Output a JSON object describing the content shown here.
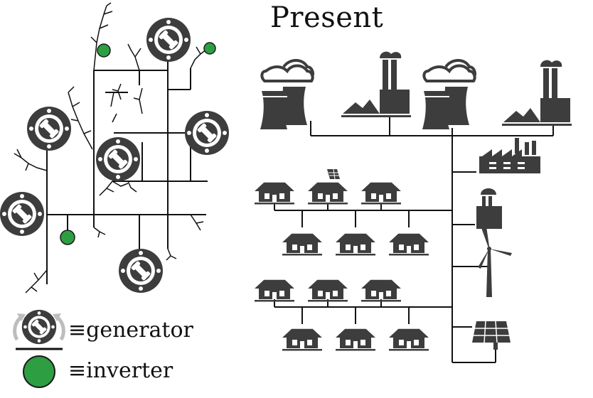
{
  "title": "Present",
  "legend": {
    "generator_label": "≡generator",
    "inverter_label": "≡inverter"
  },
  "colors": {
    "dark": "#3d3d3d",
    "line": "#111111",
    "inverter": "#2e9e43",
    "inverter_stroke": "#1a1a1a",
    "arrow": "#bdbdbd"
  },
  "icons": {
    "generator": "generator-icon",
    "inverter": "inverter-icon",
    "cooling_tower_plant": "cooling-tower-plant-icon",
    "coal_plant": "coal-plant-icon",
    "factory": "factory-icon",
    "house": "house-icon",
    "solar_house": "solar-house-icon",
    "wind_turbine": "wind-turbine-icon",
    "solar_panel": "solar-panel-icon",
    "small_plant": "small-plant-icon"
  }
}
